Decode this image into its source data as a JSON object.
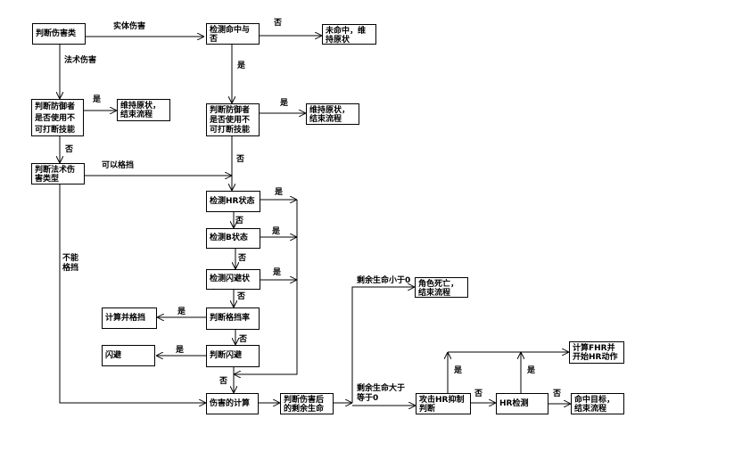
{
  "nodes": {
    "judge_damage_type": "判断伤害类型",
    "check_hit": "检测命中与否",
    "miss_keep": "未命中，维持原状",
    "judge_invuln_left": "判断防御者是否使用不可打断技能",
    "keep_end_left": "维持原状，结束流程",
    "judge_invuln_right": "判断防御者是否使用不可打断技能",
    "keep_end_right": "维持原状，结束流程",
    "judge_spell_type": "判断法术伤害类型",
    "check_hr": "检测HR状态",
    "check_b": "检测B状态",
    "check_dodge_state": "检测闪避状态",
    "judge_block": "判断格挡率",
    "calc_block": "计算并格挡",
    "judge_dodge": "判断闪避",
    "dodge": "闪避",
    "damage_calc": "伤害的计算",
    "judge_remaining_hp": "判断伤害后的剩余生命",
    "death_end": "角色死亡，结束流程",
    "hr_suppress": "攻击HR抑制判断",
    "hr_check": "HR检测",
    "calc_fhr": "计算FHR并开始HR动作",
    "hit_end": "命中目标，结束流程"
  },
  "edge_labels": {
    "physical": "实体伤害",
    "spell": "法术伤害",
    "no_top": "否",
    "yes_hit": "是",
    "yes_left": "是",
    "no_left": "否",
    "yes_right": "是",
    "no_right": "否",
    "can_block": "可以格挡",
    "cannot_block": "不能格挡",
    "yes_hr": "是",
    "no_hr": "否",
    "yes_b": "是",
    "no_b": "否",
    "yes_dodge_state": "是",
    "no_dodge_state": "否",
    "yes_block": "是",
    "no_block": "否",
    "yes_dodge": "是",
    "no_dodge": "否",
    "hp_less_zero": "剩余生命小于0",
    "hp_ge_zero": "剩余生命大于等于0",
    "yes_suppress": "是",
    "no_suppress": "否",
    "yes_hrcheck": "是",
    "no_hrcheck": "否"
  }
}
